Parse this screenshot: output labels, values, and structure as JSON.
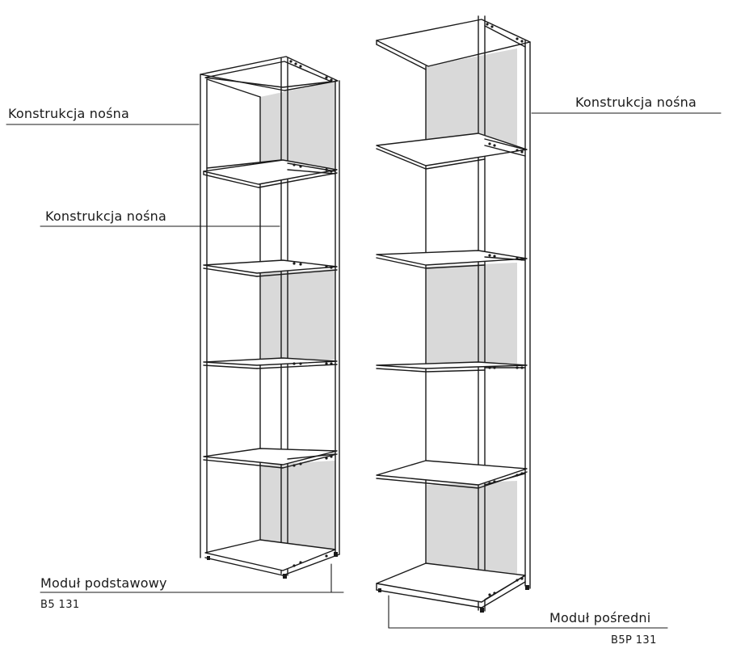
{
  "labels": {
    "left_top": "Konstrukcja nośna",
    "left_mid": "Konstrukcja nośna",
    "right_top": "Konstrukcja nośna",
    "base_module_name": "Moduł podstawowy",
    "base_module_code": "B5 131",
    "mid_module_name": "Moduł pośredni",
    "mid_module_code": "B5P 131"
  },
  "colors": {
    "line": "#1a1a1a",
    "panel": "#d9d9d9",
    "shelf": "#ffffff"
  }
}
